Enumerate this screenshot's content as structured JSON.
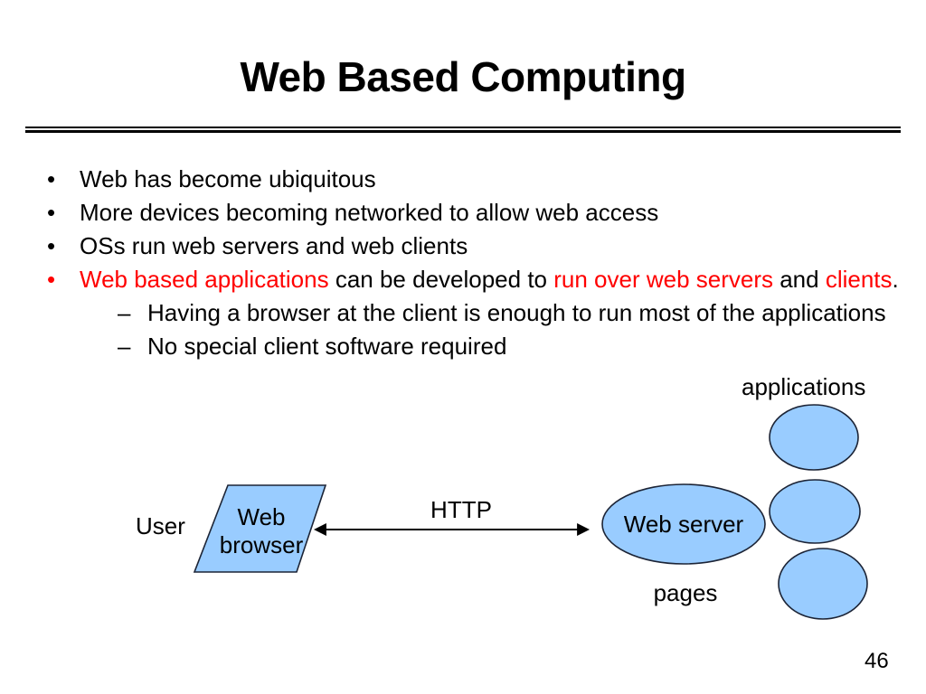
{
  "slide": {
    "title": "Web Based Computing",
    "page_number": "46"
  },
  "bullets": {
    "marker": "•",
    "sub_marker": "–",
    "items": [
      {
        "text": "Web has become ubiquitous"
      },
      {
        "text": "More devices becoming networked to allow web access"
      },
      {
        "text": "OSs run web servers and web clients"
      }
    ],
    "item4": {
      "seg1_red": "Web based applications",
      "seg2": " can be developed to ",
      "seg3_red": "run over web servers",
      "seg4": " and ",
      "seg5_red": "clients",
      "seg6": "."
    },
    "sub_items": [
      {
        "text": "Having a browser at the client is enough to run most of the applications"
      },
      {
        "text": "No special client software required"
      }
    ]
  },
  "diagram": {
    "user_label": "User",
    "browser_label_line1": "Web",
    "browser_label_line2": "browser",
    "http_label": "HTTP",
    "server_label": "Web server",
    "applications_label": "applications",
    "pages_label": "pages"
  },
  "colors": {
    "text": "#000000",
    "accent_red": "#ff0000",
    "shape_fill": "#99ccff",
    "shape_stroke": "#1c2436"
  }
}
